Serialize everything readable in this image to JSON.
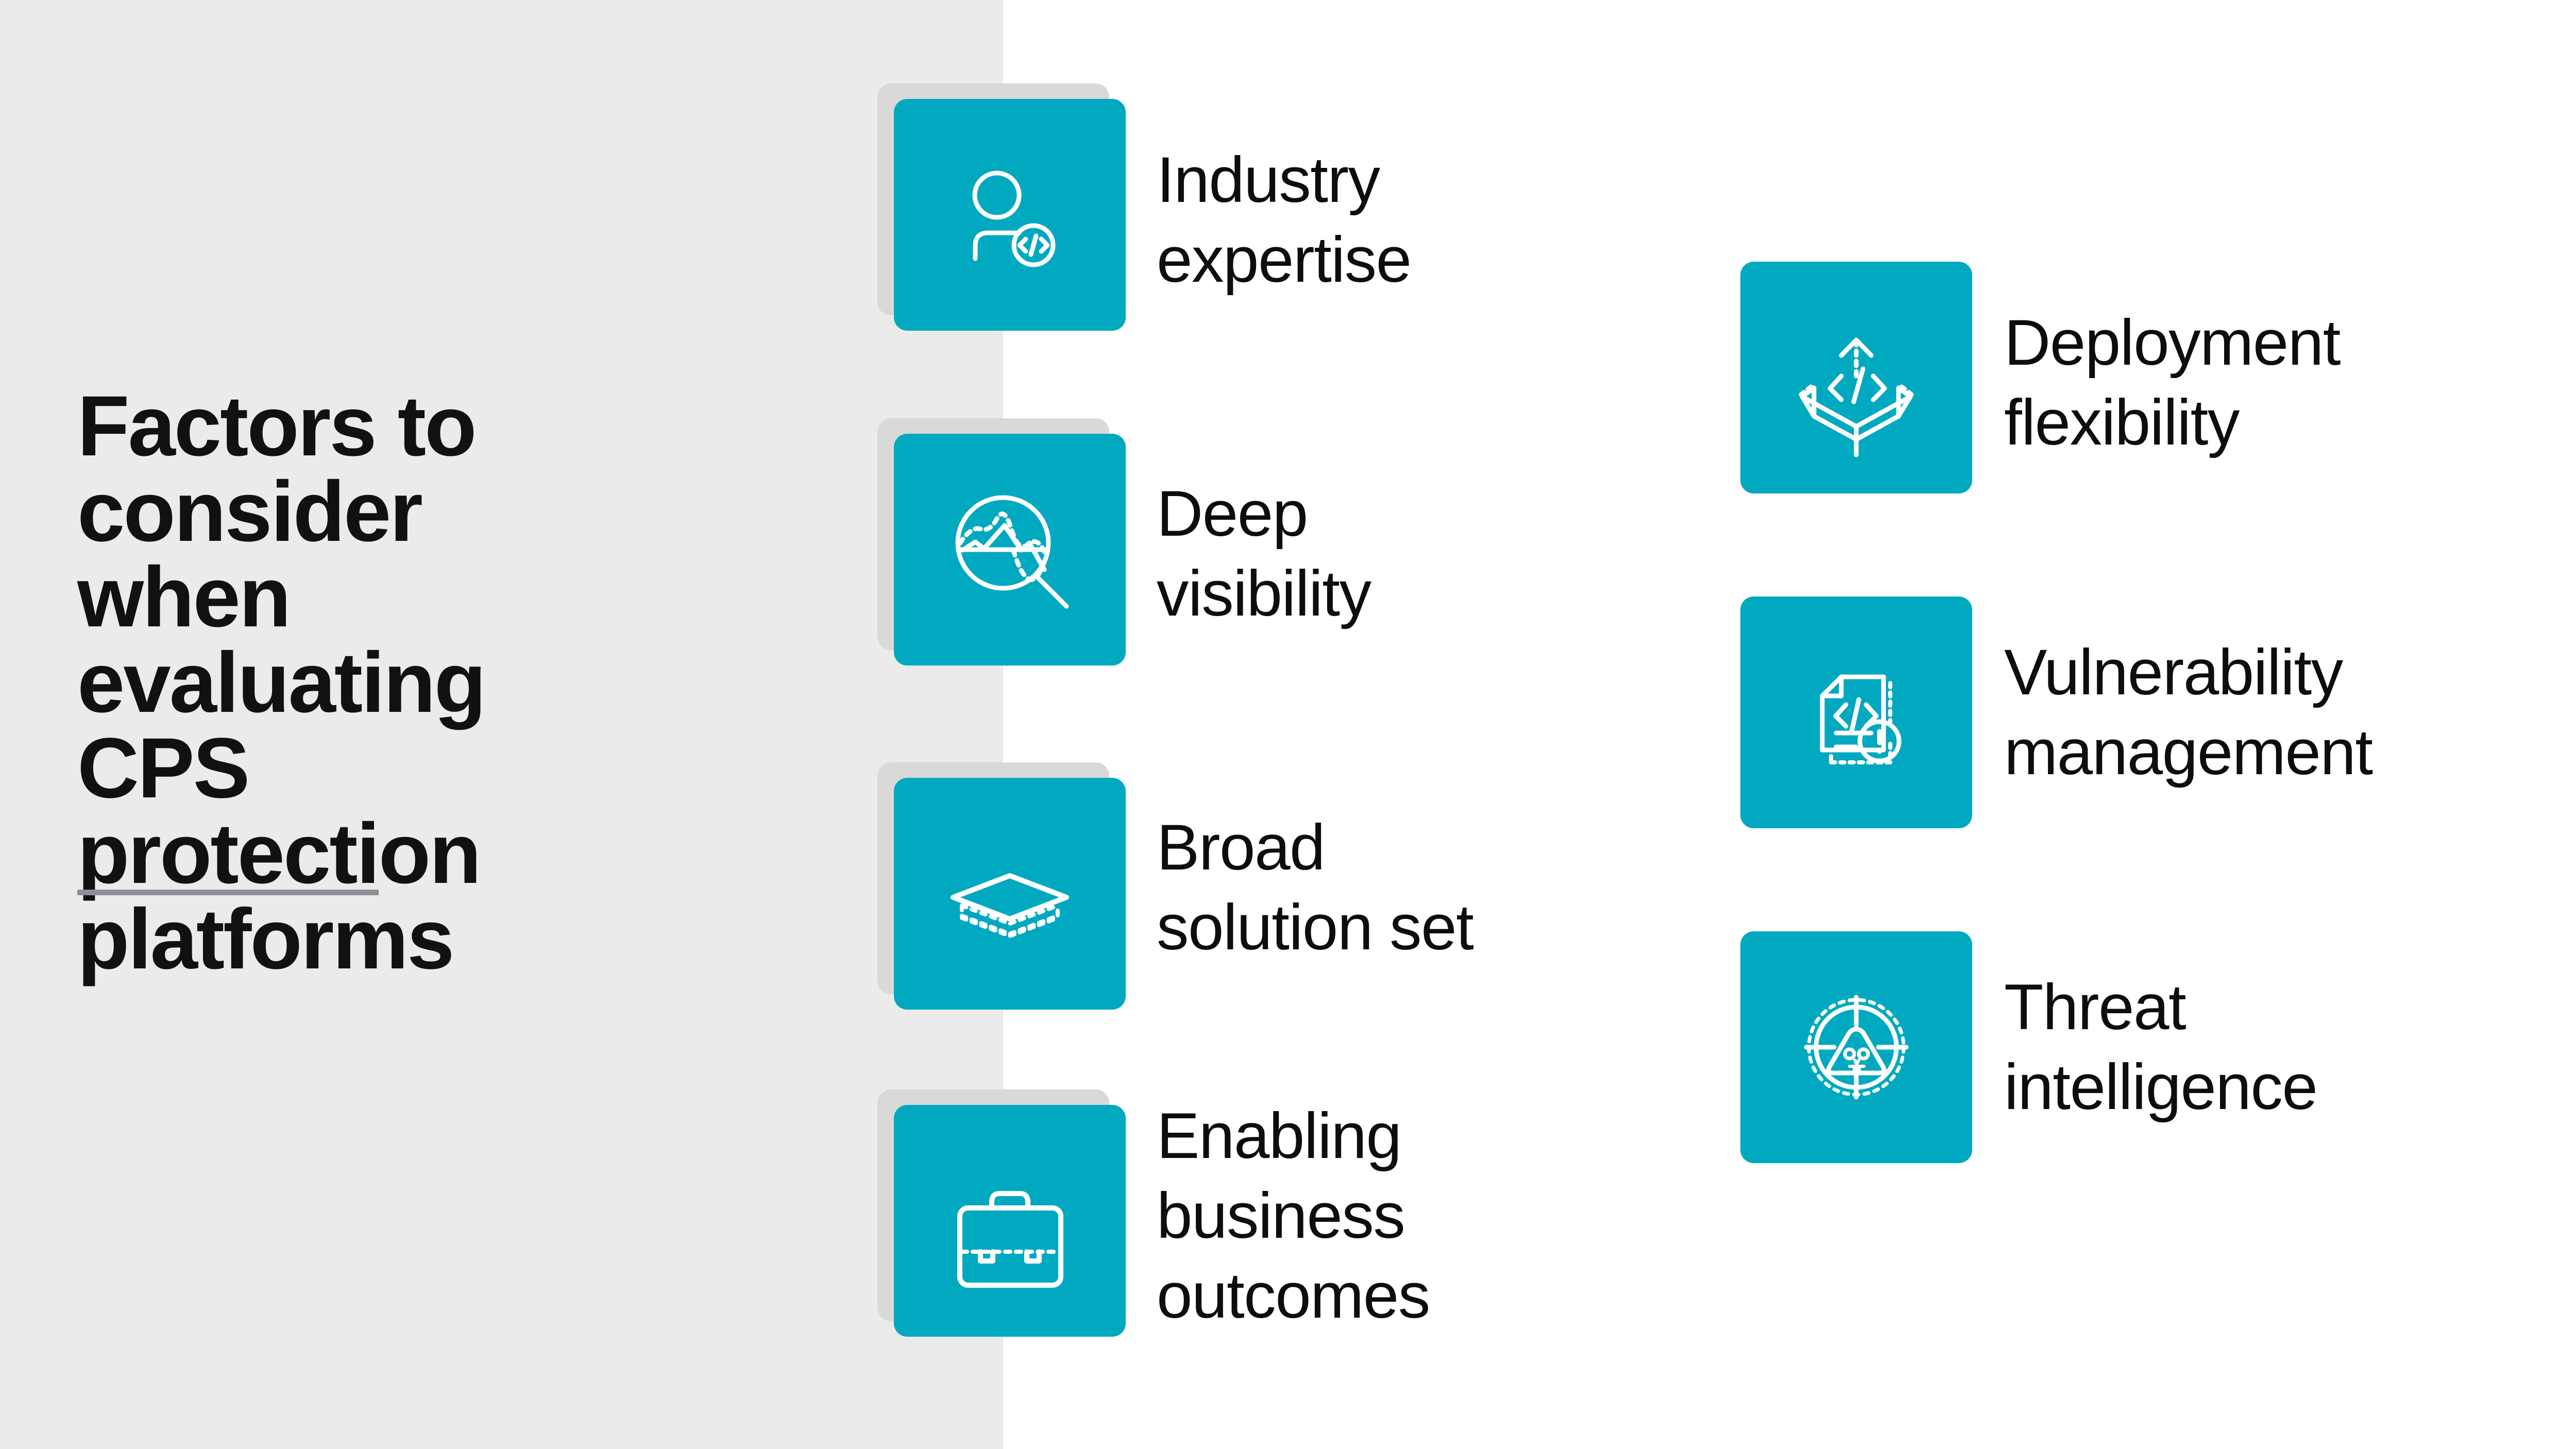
{
  "meta": {
    "background_color": "#ffffff",
    "panel_color": "#ebebeb",
    "tile_color": "#00a9c0",
    "tile_shadow_color": "#d9d9d9",
    "rule_color": "#8b9096",
    "text_color": "#0d0d0d"
  },
  "title": {
    "text": "Factors to\nconsider when\nevaluating CPS\nprotection\nplatforms"
  },
  "left_column": {
    "items": [
      {
        "label": "Industry\nexpertise",
        "icon": "person-code-icon"
      },
      {
        "label": "Deep\nvisibility",
        "icon": "magnifier-chart-icon"
      },
      {
        "label": "Broad\nsolution set",
        "icon": "layers-stack-icon"
      },
      {
        "label": "Enabling\nbusiness\noutcomes",
        "icon": "briefcase-icon"
      }
    ]
  },
  "right_column": {
    "items": [
      {
        "label": "Deployment\nflexibility",
        "icon": "open-box-code-arrow-icon"
      },
      {
        "label": "Vulnerability\nmanagement",
        "icon": "document-code-alert-icon"
      },
      {
        "label": "Threat\nintelligence",
        "icon": "crosshair-skull-warning-icon"
      }
    ]
  }
}
